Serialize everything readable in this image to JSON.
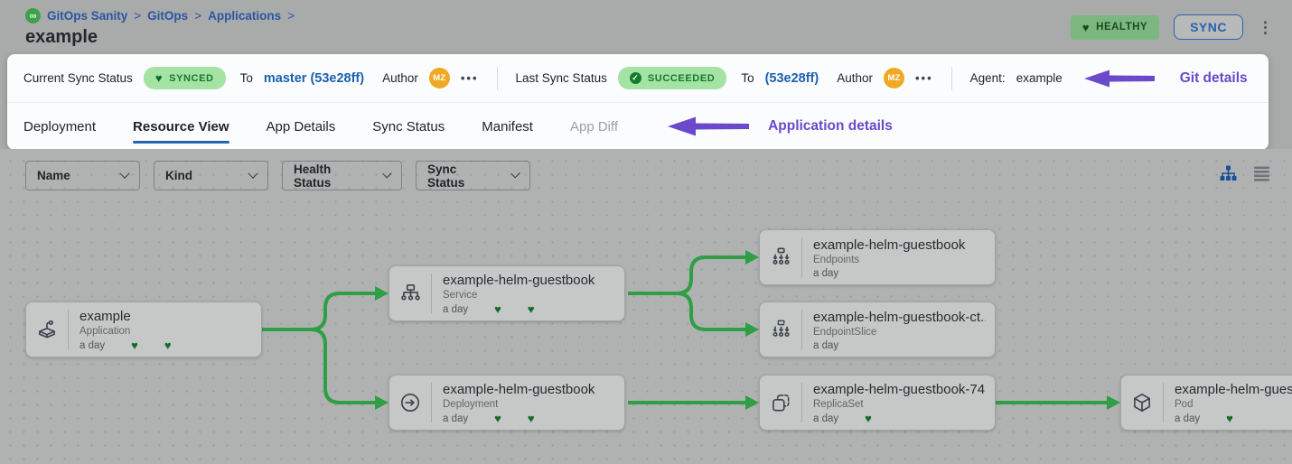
{
  "colors": {
    "accent_blue": "#2b62ae",
    "tab_underline_blue": "#2765b0",
    "connector_green": "#2f9e44",
    "synced_badge_bg": "#a5e3a4",
    "synced_badge_text": "#12792b",
    "healthy_badge_bg": "#7cb77f",
    "heart_green": "#176c23",
    "annotation_purple": "#6a49cb",
    "avatar_orange": "#f1a822",
    "brand_green": "#3fa24a"
  },
  "header": {
    "breadcrumb": {
      "items": [
        "GitOps Sanity",
        "GitOps",
        "Applications"
      ],
      "separator": ">"
    },
    "title": "example",
    "health_badge": "HEALTHY",
    "sync_button": "SYNC"
  },
  "status_bar": {
    "current": {
      "label": "Current Sync Status",
      "badge": "SYNCED",
      "to": "To",
      "target": "master (53e28ff)",
      "author_label": "Author",
      "avatar": "MZ"
    },
    "last": {
      "label": "Last Sync Status",
      "badge": "SUCCEEDED",
      "to": "To",
      "target": "(53e28ff)",
      "author_label": "Author",
      "avatar": "MZ"
    },
    "agent_label": "Agent:",
    "agent_value": "example",
    "annotation": "Git details"
  },
  "tabs": {
    "items": [
      {
        "label": "Deployment",
        "active": false
      },
      {
        "label": "Resource View",
        "active": true
      },
      {
        "label": "App Details",
        "active": false
      },
      {
        "label": "Sync Status",
        "active": false
      },
      {
        "label": "Manifest",
        "active": false
      },
      {
        "label": "App Diff",
        "active": false,
        "disabled": true
      }
    ],
    "annotation": "Application details"
  },
  "filters": {
    "dropdowns": [
      {
        "label": "Name"
      },
      {
        "label": "Kind"
      },
      {
        "label": "Health Status"
      },
      {
        "label": "Sync Status"
      }
    ]
  },
  "tree": {
    "nodes": [
      {
        "name": "example",
        "kind": "Application",
        "age": "a day",
        "hearts": 2
      },
      {
        "name": "example-helm-guestbook",
        "kind": "Service",
        "age": "a day",
        "hearts": 2
      },
      {
        "name": "example-helm-guestbook",
        "kind": "Endpoints",
        "age": "a day",
        "hearts": 0
      },
      {
        "name": "example-helm-guestbook-ct...",
        "kind": "EndpointSlice",
        "age": "a day",
        "hearts": 0
      },
      {
        "name": "example-helm-guestbook",
        "kind": "Deployment",
        "age": "a day",
        "hearts": 2
      },
      {
        "name": "example-helm-guestbook-74...",
        "kind": "ReplicaSet",
        "age": "a day",
        "hearts": 1
      },
      {
        "name": "example-helm-guest",
        "kind": "Pod",
        "age": "a day",
        "hearts": 1
      }
    ],
    "edges": [
      {
        "from": "Application",
        "to": "Service"
      },
      {
        "from": "Application",
        "to": "Deployment"
      },
      {
        "from": "Service",
        "to": "Endpoints"
      },
      {
        "from": "Service",
        "to": "EndpointSlice"
      },
      {
        "from": "Deployment",
        "to": "ReplicaSet"
      },
      {
        "from": "ReplicaSet",
        "to": "Pod"
      }
    ]
  }
}
